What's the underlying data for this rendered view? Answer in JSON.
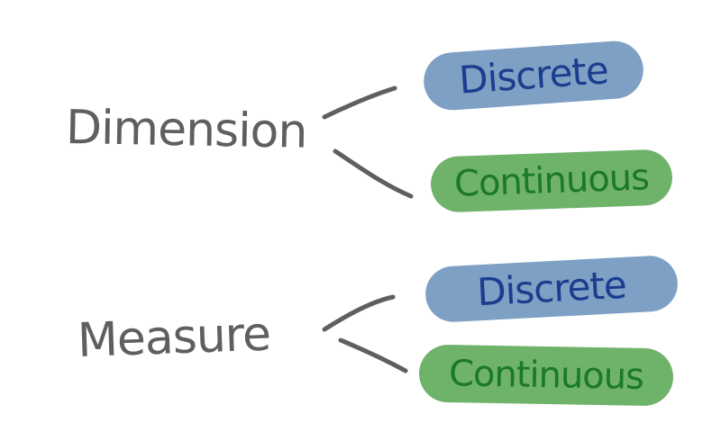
{
  "colors": {
    "root_text": "#5f5f5f",
    "connector": "#5f5f5f",
    "discrete_fill": "#7da0c4",
    "discrete_text": "#1a3d8f",
    "continuous_fill": "#6fb36a",
    "continuous_text": "#1b7a22"
  },
  "tree": [
    {
      "label": "Dimension",
      "children": [
        {
          "label": "Discrete",
          "kind": "discrete"
        },
        {
          "label": "Continuous",
          "kind": "continuous"
        }
      ]
    },
    {
      "label": "Measure",
      "children": [
        {
          "label": "Discrete",
          "kind": "discrete"
        },
        {
          "label": "Continuous",
          "kind": "continuous"
        }
      ]
    }
  ]
}
